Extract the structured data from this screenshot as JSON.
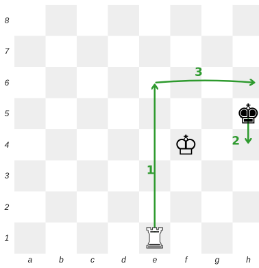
{
  "board": {
    "files": [
      "a",
      "b",
      "c",
      "d",
      "e",
      "f",
      "g",
      "h"
    ],
    "ranks": [
      "8",
      "7",
      "6",
      "5",
      "4",
      "3",
      "2",
      "1"
    ],
    "light_square_color": "#ffffff",
    "dark_square_color": "#eeeeee"
  },
  "pieces": [
    {
      "name": "white-rook",
      "color": "white",
      "type": "rook",
      "square": "e1",
      "glyph": "♜",
      "icon": "rook-icon"
    },
    {
      "name": "white-king",
      "color": "white",
      "type": "king",
      "square": "f4",
      "glyph": "♔",
      "icon": "king-icon"
    },
    {
      "name": "black-king",
      "color": "black",
      "type": "king",
      "square": "h5",
      "glyph": "♚",
      "icon": "king-icon"
    }
  ],
  "arrows": [
    {
      "label": "1",
      "from": "e1",
      "to": "e6"
    },
    {
      "label": "2",
      "from": "h5",
      "to": "h4"
    },
    {
      "label": "3",
      "from": "e6",
      "to": "h6"
    }
  ],
  "arrow_color": "#2e9a2e"
}
